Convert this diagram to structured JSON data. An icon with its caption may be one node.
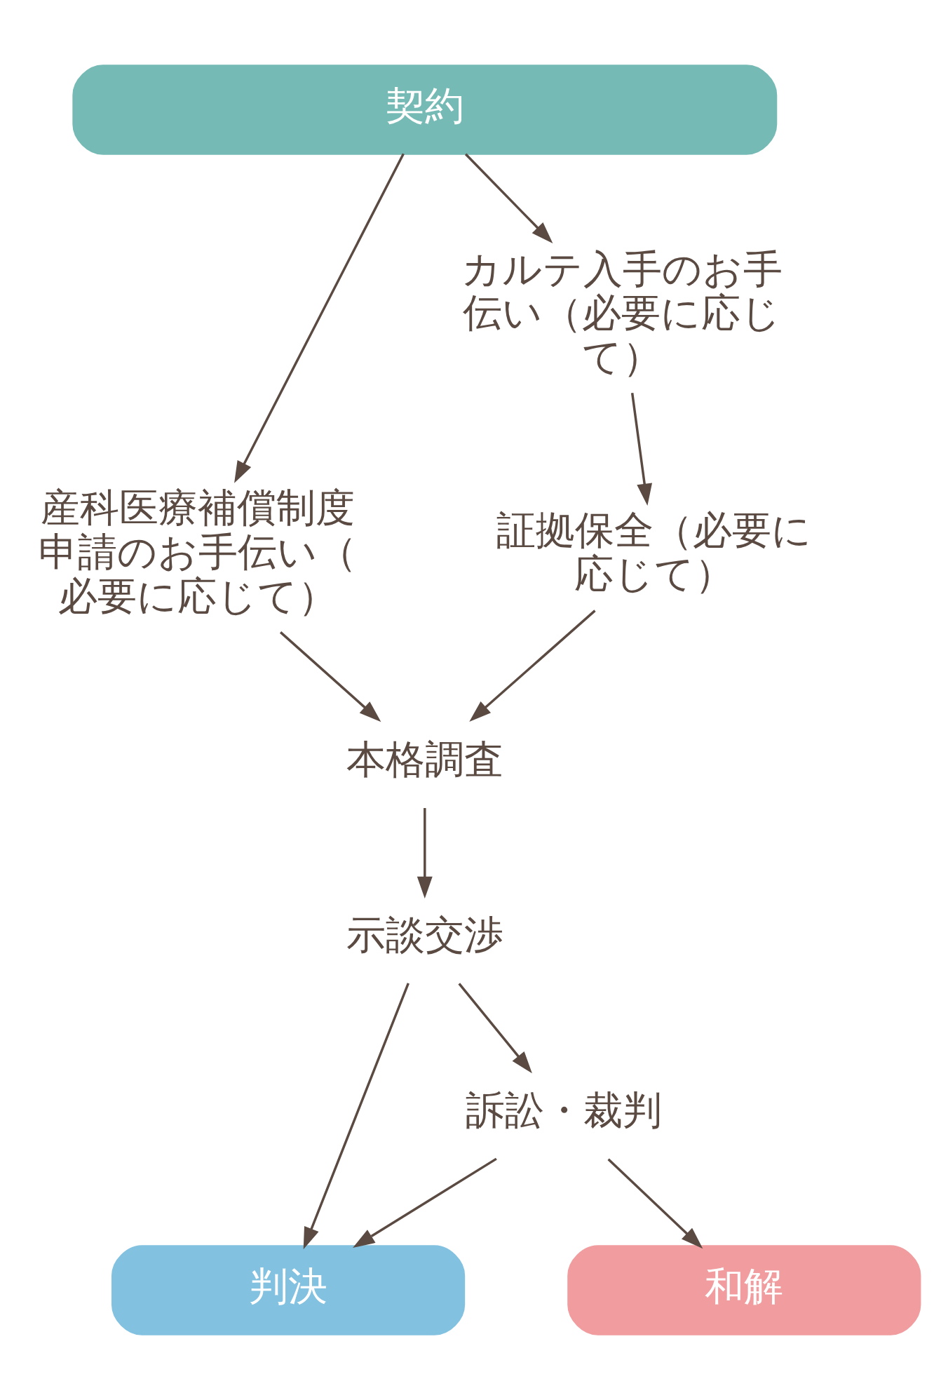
{
  "diagram": {
    "nodes": [
      {
        "text": [
          "契約"
        ]
      },
      {
        "text": [
          "産科医療補償制度申請のお手伝い（必要に応じて）"
        ]
      },
      {
        "text": [
          "カルテ入手のお手伝い（必要に応じて）"
        ]
      },
      {
        "text": [
          "証拠保全（必要に応じて）"
        ]
      },
      {
        "text": [
          "本格調査"
        ]
      },
      {
        "text": [
          "示談交渉"
        ]
      },
      {
        "text": [
          "訴訟・裁判"
        ]
      },
      {
        "text": [
          "判決"
        ]
      },
      {
        "text": [
          "和解"
        ]
      }
    ],
    "edges": [
      {
        "from": 0,
        "to": 1,
        "arrow": "to"
      },
      {
        "from": 0,
        "to": 2,
        "arrow": "to"
      },
      {
        "from": 2,
        "to": 3,
        "arrow": "to"
      },
      {
        "from": 1,
        "to": 4,
        "arrow": "to"
      },
      {
        "from": 3,
        "to": 4,
        "arrow": "to"
      },
      {
        "from": 4,
        "to": 5,
        "arrow": "to"
      },
      {
        "from": 5,
        "to": 7,
        "arrow": "to"
      },
      {
        "from": 5,
        "to": 6,
        "arrow": "to"
      },
      {
        "from": 6,
        "to": 7,
        "arrow": "to"
      },
      {
        "from": 6,
        "to": 8,
        "arrow": "to"
      }
    ]
  }
}
